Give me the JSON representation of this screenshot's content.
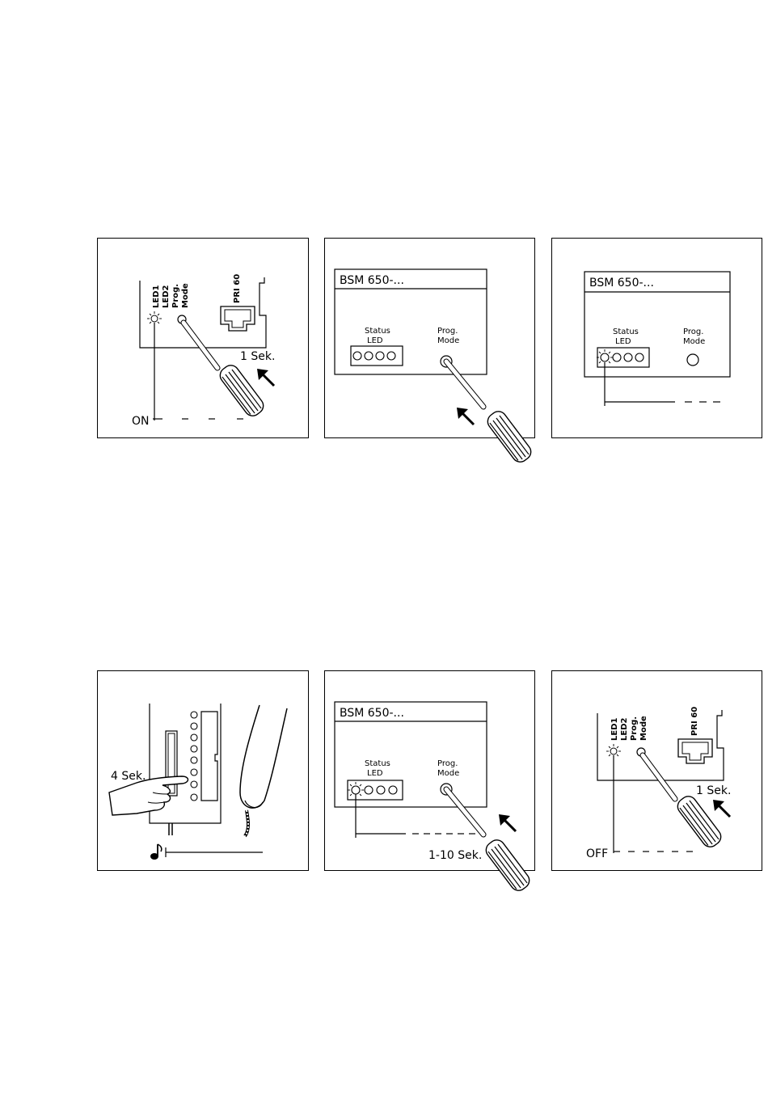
{
  "panel1": {
    "led1": "LED1",
    "led2": "LED2",
    "prog": "Prog.",
    "mode": "Mode",
    "pri": "PRI 60",
    "time": "1 Sek.",
    "state": "ON"
  },
  "panel2": {
    "title": "BSM 650-...",
    "status": "Status",
    "led": "LED",
    "prog": "Prog.",
    "mode": "Mode"
  },
  "panel3": {
    "title": "BSM 650-...",
    "status": "Status",
    "led": "LED",
    "prog": "Prog.",
    "mode": "Mode"
  },
  "panel4": {
    "time": "4 Sek.",
    "tone_icon": "music-note-icon"
  },
  "panel5": {
    "title": "BSM 650-...",
    "status": "Status",
    "led": "LED",
    "prog": "Prog.",
    "mode": "Mode",
    "time": "1-10 Sek."
  },
  "panel6": {
    "led1": "LED1",
    "led2": "LED2",
    "prog": "Prog.",
    "mode": "Mode",
    "pri": "PRI 60",
    "time": "1 Sek.",
    "state": "OFF"
  }
}
